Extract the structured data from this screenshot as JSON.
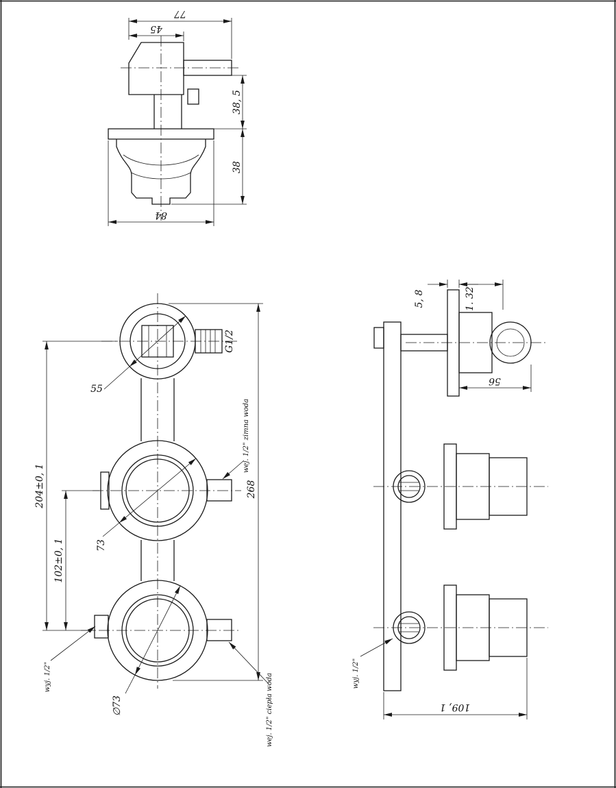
{
  "views": {
    "top": {
      "dim77": "77",
      "dim45": "45",
      "dim385": "38, 5",
      "dim38": "38",
      "dim84": "84"
    },
    "front": {
      "dim55": "55",
      "dim204": "204±0, 1",
      "dim102": "102±0, 1",
      "dim268": "268",
      "dim73": "73",
      "dimDia73": "∅73",
      "thread": "G1/2",
      "labelCold": "wej. 1/2\" zimna woda",
      "labelOut": "wyj. 1/2\"",
      "labelHot": "wej. 1/2\" ciepła woda"
    },
    "side": {
      "dim58": "5, 8",
      "dim132": "1. 32",
      "dim56": "56",
      "dim1091": "109, 1",
      "labelOut": "wyj. 1/2\""
    }
  }
}
